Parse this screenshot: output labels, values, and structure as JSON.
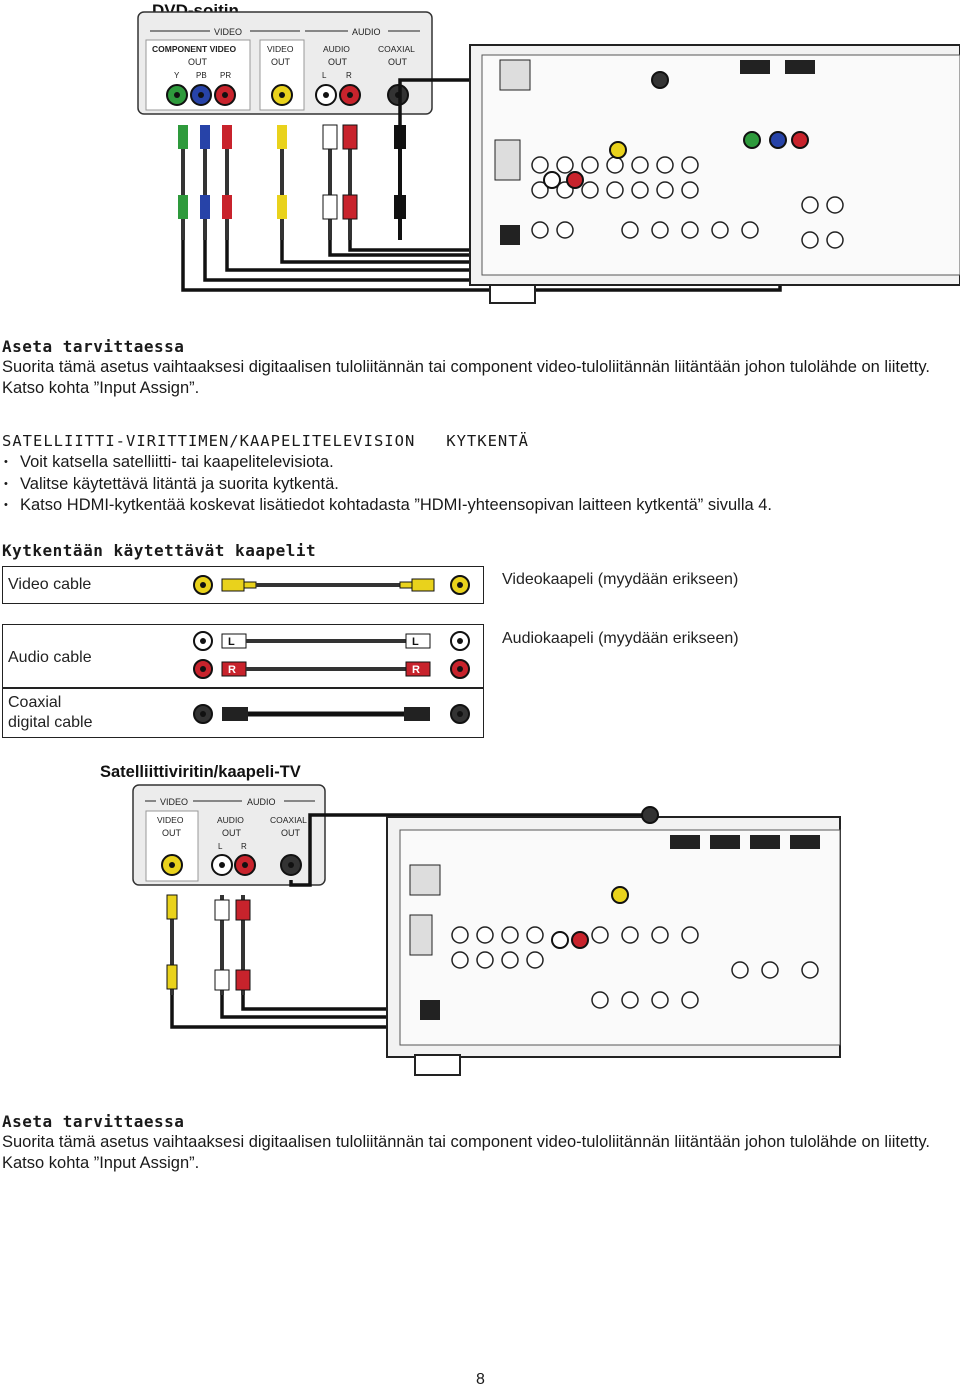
{
  "dvd_diagram": {
    "title": "DVD-soitin",
    "panel": {
      "video_header": "VIDEO",
      "audio_header": "AUDIO",
      "groups": [
        {
          "label": "COMPONENT VIDEO",
          "out": "OUT",
          "jacks": [
            "Y",
            "PB",
            "PR"
          ]
        },
        {
          "label": "VIDEO",
          "out": "OUT",
          "jacks": []
        },
        {
          "label": "AUDIO",
          "out": "OUT",
          "jacks": [
            "L",
            "R"
          ]
        },
        {
          "label": "COAXIAL",
          "out": "OUT",
          "jacks": []
        }
      ]
    }
  },
  "section1": {
    "heading": "Aseta tarvittaessa",
    "text": "Suorita tämä asetus vaihtaaksesi digitaalisen tuloliitännän tai component video-tuloliitännän liitäntään johon tulolähde on liitetty. Katso kohta ”Input Assign”."
  },
  "sat_section": {
    "heading": "SATELLIITTI-VIRITTIMEN/KAAPELITELEVISION   KYTKENTÄ",
    "bullets": [
      "Voit katsella satelliitti- tai kaapelitelevisiota.",
      "Valitse käytettävä litäntä ja suorita kytkentä.",
      "Katso HDMI-kytkentää koskevat lisätiedot kohtadasta ”HDMI-yhteensopivan laitteen kytkentä” sivulla 4."
    ]
  },
  "cables": {
    "heading": "Kytkentään käytettävät kaapelit",
    "video_label": "Video cable",
    "video_desc": "Videokaapeli (myydään erikseen)",
    "audio_label": "Audio cable",
    "audio_desc": "Audiokaapeli (myydään erikseen)",
    "coaxial_label_line1": "Coaxial",
    "coaxial_label_line2": "digital cable",
    "plug_l": "L",
    "plug_r": "R"
  },
  "sat_diagram": {
    "title": "Satelliittiviritin/kaapeli-TV",
    "panel": {
      "video_header": "VIDEO",
      "audio_header": "AUDIO",
      "groups": [
        {
          "label": "VIDEO",
          "out": "OUT",
          "jacks": []
        },
        {
          "label": "AUDIO",
          "out": "OUT",
          "jacks": [
            "L",
            "R"
          ]
        },
        {
          "label": "COAXIAL",
          "out": "OUT",
          "jacks": []
        }
      ]
    }
  },
  "section2": {
    "heading": "Aseta tarvittaessa",
    "text": "Suorita tämä asetus vaihtaaksesi digitaalisen tuloliitännän tai component video-tuloliitännän liitäntään johon tulolähde on liitetty. Katso kohta ”Input Assign”."
  },
  "page_number": "8",
  "colors": {
    "green": "#2e9a3c",
    "blue": "#2743a8",
    "red": "#c8232c",
    "yellow": "#e9d21c",
    "panel": "#e8e8e8"
  }
}
